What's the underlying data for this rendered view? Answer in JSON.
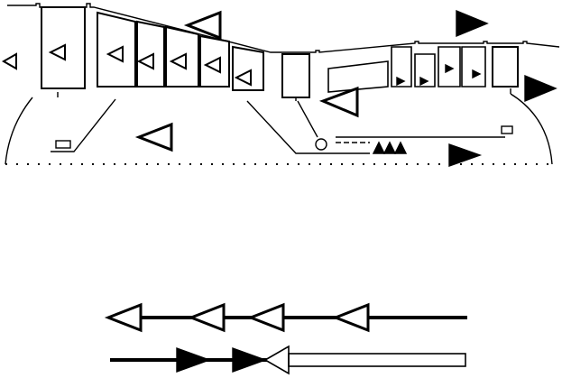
{
  "diagram": {
    "stroke_color": "#000000",
    "background_color": "#ffffff",
    "upper_figure": {
      "description_visible": false,
      "elements": {
        "top_outline": "polyline",
        "left_lens": "tall-rectangle",
        "left_tapered_lens_group_count": 5,
        "center_element": "rectangle",
        "right_trapezoid_group": "trapezoid-stack",
        "right_element": "rectangle",
        "base_rail": "dashed-line"
      },
      "hollow_arrow_icons": [
        "left",
        "left",
        "left",
        "left",
        "left",
        "left",
        "left",
        "left",
        "left",
        "left",
        "left"
      ],
      "filled_arrow_icons": [
        "right",
        "right",
        "right",
        "right",
        "right",
        "right",
        "right",
        "up",
        "up",
        "up"
      ]
    },
    "lower_figure": {
      "row_top": {
        "hollow_arrowheads": [
          "left",
          "left",
          "left",
          "left"
        ]
      },
      "row_bottom": {
        "filled_arrowheads": [
          "right",
          "right"
        ],
        "hollow_arrowheads": [
          "left"
        ],
        "bar": "hollow-rectangle"
      }
    }
  }
}
